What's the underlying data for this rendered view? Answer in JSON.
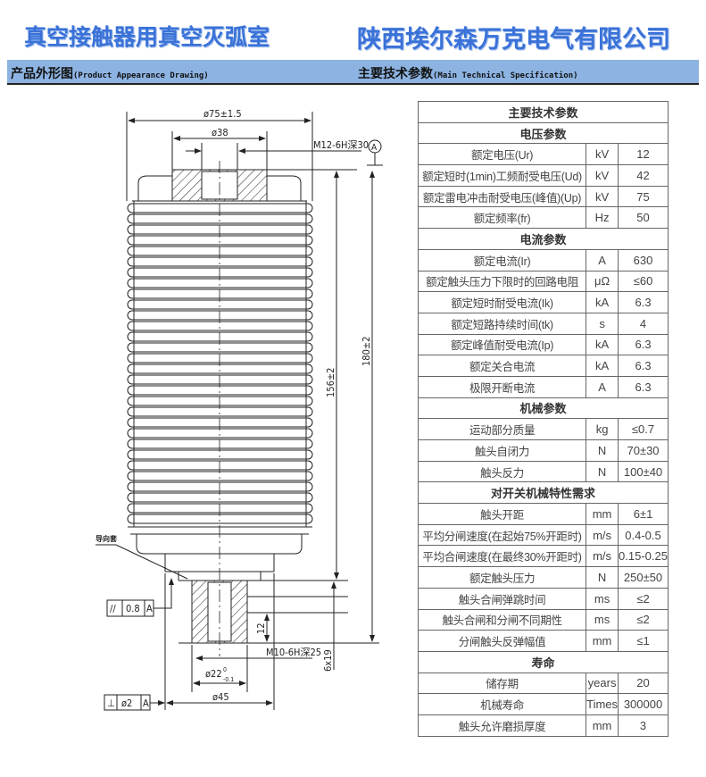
{
  "header": {
    "product_title": "真空接触器用真空灭弧室",
    "company": "陕西埃尔森万克电气有限公司"
  },
  "sections": {
    "drawing_label": "产品外形图",
    "drawing_label_en": "(Product Appearance Drawing)",
    "spec_label": "主要技术参数",
    "spec_label_en": "(Main Technical Specification)"
  },
  "drawing": {
    "d75": "ø75±1.5",
    "d38": "ø38",
    "m12": "M12-6H深30",
    "datum": "A",
    "h180": "180±2",
    "h156": "156±2",
    "guide": "导向套",
    "par_sym": "//",
    "par_val": "0.8",
    "par_ref": "A",
    "h12": "12",
    "m10": "M10-6H深25",
    "d6x19": "6x19",
    "d22": "ø22",
    "d22_tol_up": "0",
    "d22_tol_low": "-0.1",
    "d45": "ø45",
    "perp_sym": "⊥",
    "perp_val": "ø2",
    "perp_ref": "A"
  },
  "spec_table": {
    "title": "主要技术参数",
    "groups": [
      {
        "name": "电压参数",
        "rows": [
          {
            "param": "额定电压(Ur)",
            "unit": "kV",
            "value": "12"
          },
          {
            "param": "额定短时(1min)工频耐受电压(Ud)",
            "unit": "kV",
            "value": "42"
          },
          {
            "param": "额定雷电冲击耐受电压(峰值)(Up)",
            "unit": "kV",
            "value": "75"
          },
          {
            "param": "额定频率(fr)",
            "unit": "Hz",
            "value": "50"
          }
        ]
      },
      {
        "name": "电流参数",
        "rows": [
          {
            "param": "额定电流(Ir)",
            "unit": "A",
            "value": "630"
          },
          {
            "param": "额定触头压力下限时的回路电阻",
            "unit": "μΩ",
            "value": "≤60"
          },
          {
            "param": "额定短时耐受电流(Ik)",
            "unit": "kA",
            "value": "6.3"
          },
          {
            "param": "额定短路持续时间(tk)",
            "unit": "s",
            "value": "4"
          },
          {
            "param": "额定峰值耐受电流(Ip)",
            "unit": "kA",
            "value": "6.3"
          },
          {
            "param": "额定关合电流",
            "unit": "kA",
            "value": "6.3"
          },
          {
            "param": "极限开断电流",
            "unit": "A",
            "value": "6.3"
          }
        ]
      },
      {
        "name": "机械参数",
        "rows": [
          {
            "param": "运动部分质量",
            "unit": "kg",
            "value": "≤0.7"
          },
          {
            "param": "触头自闭力",
            "unit": "N",
            "value": "70±30"
          },
          {
            "param": "触头反力",
            "unit": "N",
            "value": "100±40"
          }
        ]
      },
      {
        "name": "对开关机械特性需求",
        "rows": [
          {
            "param": "触头开距",
            "unit": "mm",
            "value": "6±1"
          },
          {
            "param": "平均分闸速度(在起始75%开距时)",
            "unit": "m/s",
            "value": "0.4-0.5"
          },
          {
            "param": "平均合闸速度(在最终30%开距时)",
            "unit": "m/s",
            "value": "0.15-0.25"
          },
          {
            "param": "额定触头压力",
            "unit": "N",
            "value": "250±50"
          },
          {
            "param": "触头合闸弹跳时间",
            "unit": "ms",
            "value": "≤2"
          },
          {
            "param": "触头合闸和分闸不同期性",
            "unit": "ms",
            "value": "≤2"
          },
          {
            "param": "分闸触头反弹幅值",
            "unit": "mm",
            "value": "≤1"
          }
        ]
      },
      {
        "name": "寿命",
        "rows": [
          {
            "param": "储存期",
            "unit": "years",
            "value": "20"
          },
          {
            "param": "机械寿命",
            "unit": "Times",
            "value": "300000"
          },
          {
            "param": "触头允许磨损厚度",
            "unit": "mm",
            "value": "3"
          }
        ]
      }
    ]
  },
  "colors": {
    "title_blue": "#3a72d8",
    "band": "#8db3e2"
  }
}
